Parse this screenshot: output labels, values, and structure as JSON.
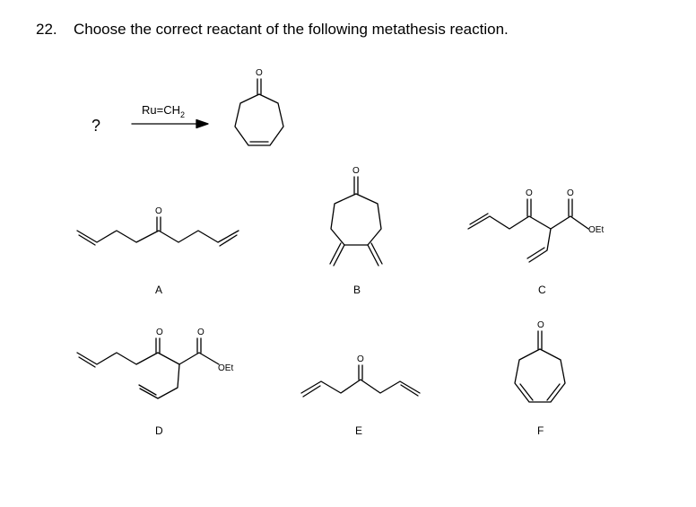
{
  "question": {
    "number": "22.",
    "text": "Choose the correct reactant of the following metathesis reaction."
  },
  "reaction": {
    "unknown": "?",
    "reagent_main": "Ru=CH",
    "reagent_sub": "2"
  },
  "atoms": {
    "oxygen": "O",
    "ethoxy": "OEt"
  },
  "choices": [
    {
      "label": "A"
    },
    {
      "label": "B"
    },
    {
      "label": "C"
    },
    {
      "label": "D"
    },
    {
      "label": "E"
    },
    {
      "label": "F"
    }
  ]
}
